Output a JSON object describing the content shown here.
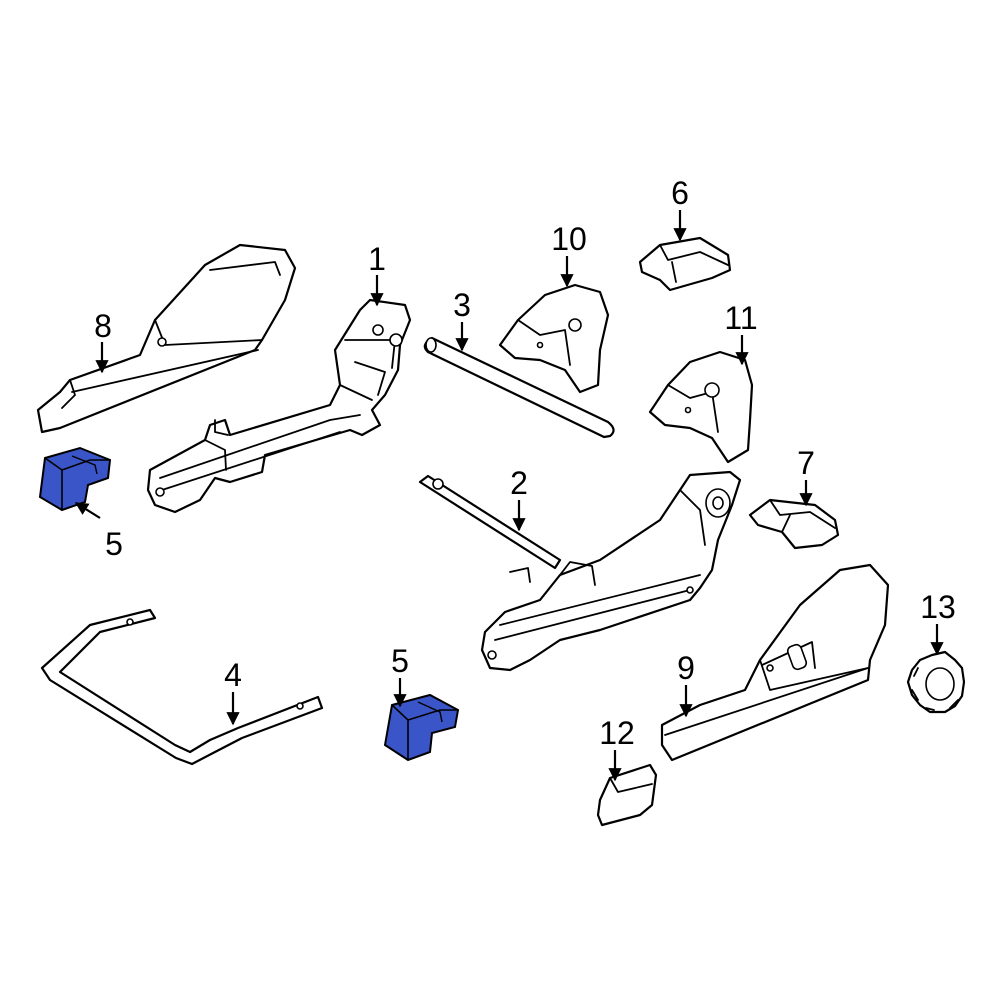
{
  "colors": {
    "background": "#ffffff",
    "line": "#000000",
    "highlight": "#3a55c7"
  },
  "callouts": {
    "c1": "1",
    "c2": "2",
    "c3": "3",
    "c4": "4",
    "c5a": "5",
    "c5b": "5",
    "c6": "6",
    "c7": "7",
    "c8": "8",
    "c9": "9",
    "c10": "10",
    "c11": "11",
    "c12": "12",
    "c13": "13"
  },
  "highlighted_part": "5"
}
